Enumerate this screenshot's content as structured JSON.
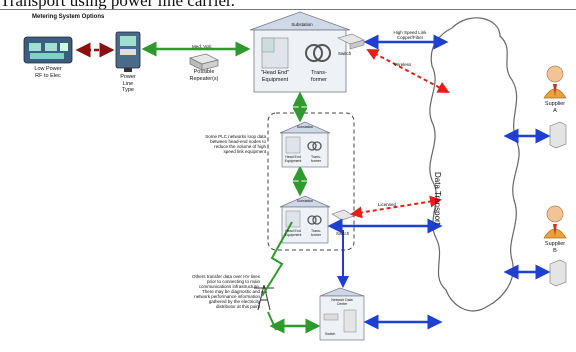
{
  "caption": "Transport using power line carrier.",
  "diagram": {
    "title": "Metering System Options",
    "meter_label": "Low Power\nRF to Elec",
    "plc_meter_label": "Power\nLine\nType",
    "repeater_label": "Possible\nRepeater(s)",
    "plc_link_label": "Med. Volt.",
    "substation_label": "Substation",
    "head_end_label": "\"Head End\"\nEquipment",
    "transformer_label": "Trans-\nformer",
    "switch_label": "Switch",
    "high_speed_label": "High Speed Link\nCopper/Fiber",
    "wireless_label": "Wireless",
    "some_plc_note": "Some PLC networks loop data\nbetween head-end nodes to\nreduce the volume of high\nspeed link equipment",
    "small_sub_label_1": "Substation",
    "small_head_end_1": "Head End\nEquipment",
    "small_xfmr_1": "Trans-\nformer",
    "small_sub_label_2": "Substation",
    "small_head_end_2": "Head End\nEquipment",
    "small_xfmr_2": "Trans-\nformer",
    "switch_label_2": "Switch",
    "lower_link_label": "Licensed",
    "data_transport_label": "Data Transport",
    "supplier_a_label": "Supplier\nA",
    "supplier_b_label": "Supplier\nB",
    "hv_note": "Others transfer data over HV lines\nprior to connecting to main\ncommunications infrastructure.\nThere may be diagnostic and\nnetwork performance information\ngathered by the electricity\ndistributor at this point",
    "network_data_label": "Network Data\nCenter",
    "switch_label_3": "Switch"
  },
  "colors": {
    "plc_link": "#2e9a2e",
    "high_speed_link": "#1f3fd1",
    "wireless_link": "#e0201a",
    "rf_link": "#8a1010",
    "building": "#cfd8e6"
  }
}
